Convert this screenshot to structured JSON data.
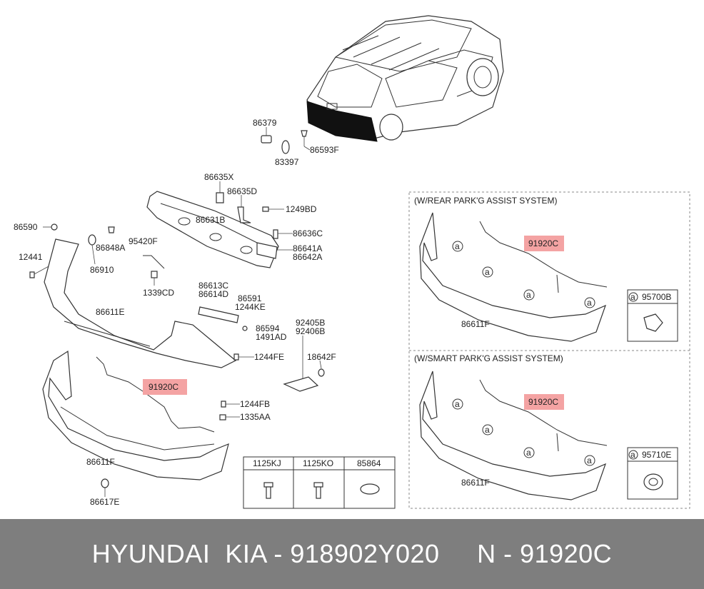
{
  "callouts": {
    "c86379": "86379",
    "c83397": "83397",
    "c86593F": "86593F",
    "c86635X": "86635X",
    "c86635D": "86635D",
    "c1249BD": "1249BD",
    "c86590": "86590",
    "c86631B": "86631B",
    "c86636C": "86636C",
    "c95420F": "95420F",
    "c86848A": "86848A",
    "c86641A": "86641A",
    "c86642A": "86642A",
    "c12441": "12441",
    "c86910": "86910",
    "c1339CD": "1339CD",
    "c86613C": "86613C",
    "c86614D": "86614D",
    "c86591": "86591",
    "c1244KE": "1244KE",
    "c86611E": "86611E",
    "c86594": "86594",
    "c1491AD": "1491AD",
    "c92405B": "92405B",
    "c92406B": "92406B",
    "c1244FE": "1244FE",
    "c18642F": "18642F",
    "c91920C_main": "91920C",
    "c1244FB": "1244FB",
    "c1335AA": "1335AA",
    "c86611F_main": "86611F",
    "c86617E": "86617E"
  },
  "fastener_table": {
    "headers": [
      "1125KJ",
      "1125KO",
      "85864"
    ]
  },
  "panel_rear": {
    "title": "(W/REAR PARK'G ASSIST SYSTEM)",
    "harness": "91920C",
    "bumper": "86611F",
    "marker": "a",
    "sensor_label": "95700B"
  },
  "panel_smart": {
    "title": "(W/SMART PARK'G ASSIST SYSTEM)",
    "harness": "91920C",
    "bumper": "86611F",
    "marker": "a",
    "sensor_label": "95710E"
  },
  "footer": {
    "brand": "HYUNDAI  KIA - 918902Y020",
    "ref": "N - 91920C"
  }
}
